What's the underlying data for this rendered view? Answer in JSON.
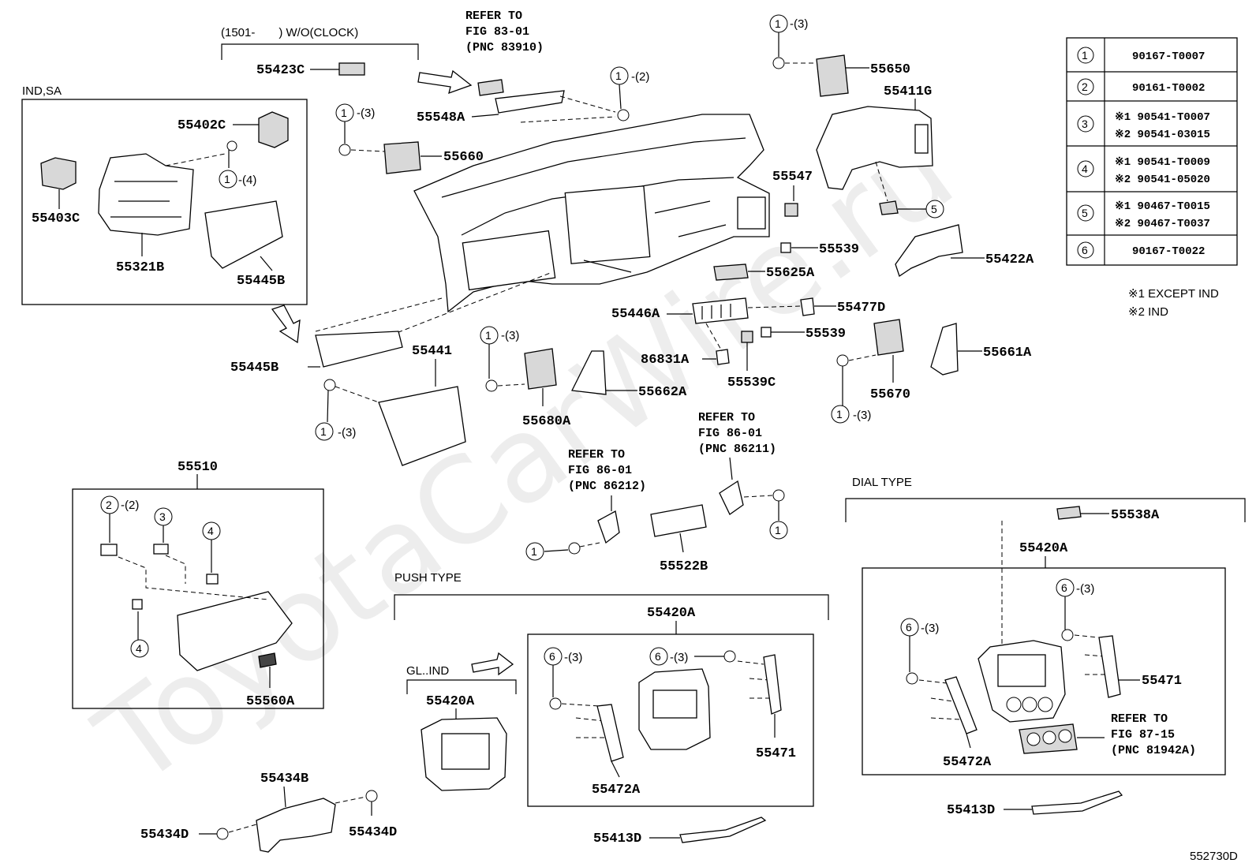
{
  "figure_code": "552730D",
  "watermark": "ToyotaCarWire.ru",
  "qualifiers": {
    "clock": "(1501-　　) W/O(CLOCK)",
    "ind_sa": "IND,SA",
    "push_type": "PUSH TYPE",
    "dial_type": "DIAL TYPE",
    "gl_ind": "GL..IND"
  },
  "references": {
    "fig83": [
      "REFER TO",
      "FIG 83-01",
      "(PNC 83910)"
    ],
    "fig86_a": [
      "REFER TO",
      "FIG 86-01",
      "(PNC 86211)"
    ],
    "fig86_b": [
      "REFER TO",
      "FIG 86-01",
      "(PNC 86212)"
    ],
    "fig87": [
      "REFER TO",
      "FIG 87-15",
      "(PNC 81942A)"
    ]
  },
  "parts": {
    "p55423C": "55423C",
    "p55548A": "55548A",
    "p55402C": "55402C",
    "p55403C": "55403C",
    "p55321B": "55321B",
    "p55445B_a": "55445B",
    "p55445B_b": "55445B",
    "p55660": "55660",
    "p55650": "55650",
    "p55411G": "55411G",
    "p55547": "55547",
    "p55539_a": "55539",
    "p55422A": "55422A",
    "p55625A": "55625A",
    "p55446A": "55446A",
    "p55477D": "55477D",
    "p55539_b": "55539",
    "p86831A": "86831A",
    "p55539C": "55539C",
    "p55441": "55441",
    "p55662A": "55662A",
    "p55680A": "55680A",
    "p55670": "55670",
    "p55661A": "55661A",
    "p55510": "55510",
    "p55560A": "55560A",
    "p55522B": "55522B",
    "p55538A": "55538A",
    "p55420A_dial": "55420A",
    "p55471_dial": "55471",
    "p55472A_dial": "55472A",
    "p55420A_push": "55420A",
    "p55420A_gl": "55420A",
    "p55471_push": "55471",
    "p55472A_push": "55472A",
    "p55413D_a": "55413D",
    "p55413D_b": "55413D",
    "p55434B": "55434B",
    "p55434D_a": "55434D",
    "p55434D_b": "55434D"
  },
  "qty": {
    "q3": "-(3)",
    "q2": "-(2)",
    "q4": "-(4)"
  },
  "circles": {
    "c1": "1",
    "c2": "2",
    "c3": "3",
    "c4": "4",
    "c5": "5",
    "c6": "6"
  },
  "fastener_table": {
    "rows": [
      {
        "ref": "1",
        "lines": [
          "90167-T0007"
        ]
      },
      {
        "ref": "2",
        "lines": [
          "90161-T0002"
        ]
      },
      {
        "ref": "3",
        "lines": [
          "※1 90541-T0007",
          "※2 90541-03015"
        ]
      },
      {
        "ref": "4",
        "lines": [
          "※1 90541-T0009",
          "※2 90541-05020"
        ]
      },
      {
        "ref": "5",
        "lines": [
          "※1 90467-T0015",
          "※2 90467-T0037"
        ]
      },
      {
        "ref": "6",
        "lines": [
          "90167-T0022"
        ]
      }
    ],
    "notes": [
      "※1 EXCEPT IND",
      "※2 IND"
    ]
  }
}
